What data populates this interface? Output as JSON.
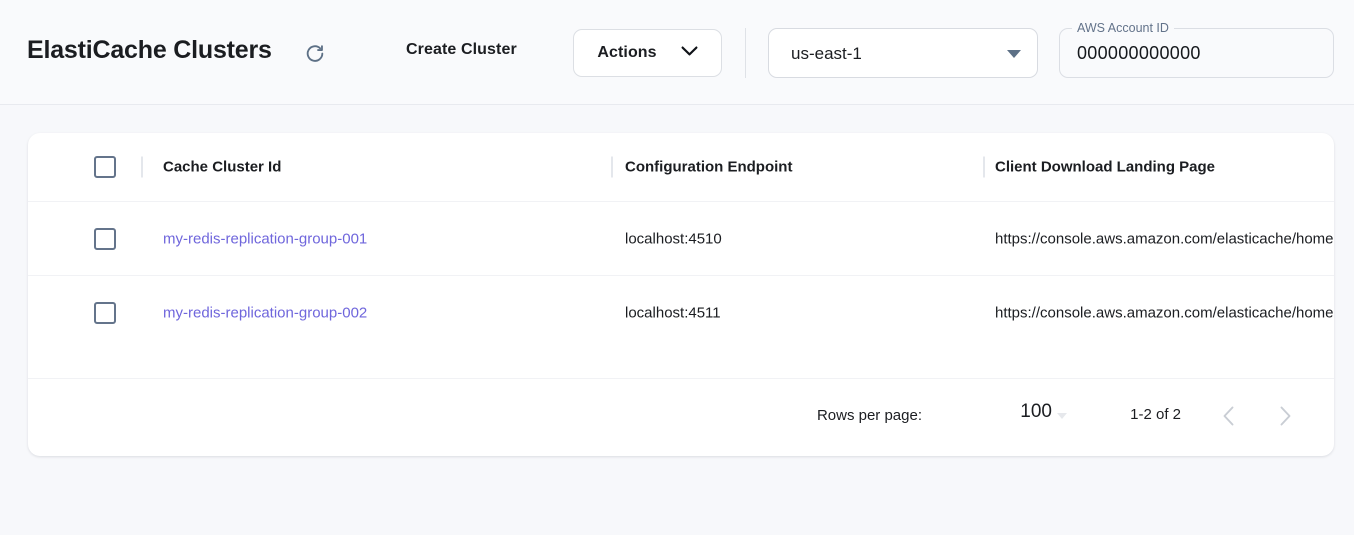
{
  "header": {
    "title": "ElastiCache Clusters",
    "refresh_icon": "refresh-icon",
    "create_cluster_label": "Create Cluster",
    "actions_label": "Actions",
    "actions_caret_icon": "chevron-down-icon",
    "region": {
      "value": "us-east-1",
      "caret_icon": "caret-down-icon"
    },
    "account": {
      "label": "AWS Account ID",
      "value": "000000000000"
    }
  },
  "table": {
    "columns": [
      "Cache Cluster Id",
      "Configuration Endpoint",
      "Client Download Landing Page"
    ],
    "rows": [
      {
        "cache_cluster_id": "my-redis-replication-group-001",
        "configuration_endpoint": "localhost:4510",
        "client_download_landing_page": "https://console.aws.amazon.com/elasticache/home"
      },
      {
        "cache_cluster_id": "my-redis-replication-group-002",
        "configuration_endpoint": "localhost:4511",
        "client_download_landing_page": "https://console.aws.amazon.com/elasticache/home"
      }
    ]
  },
  "pagination": {
    "rows_per_page_label": "Rows per page:",
    "rows_per_page_value": "100",
    "range_label": "1-2 of 2",
    "prev_icon": "chevron-left-icon",
    "next_icon": "chevron-right-icon"
  },
  "colors": {
    "link": "#6f66dc",
    "page_background": "#f7f8fb",
    "card_background": "#ffffff",
    "text": "#1b1d21"
  }
}
